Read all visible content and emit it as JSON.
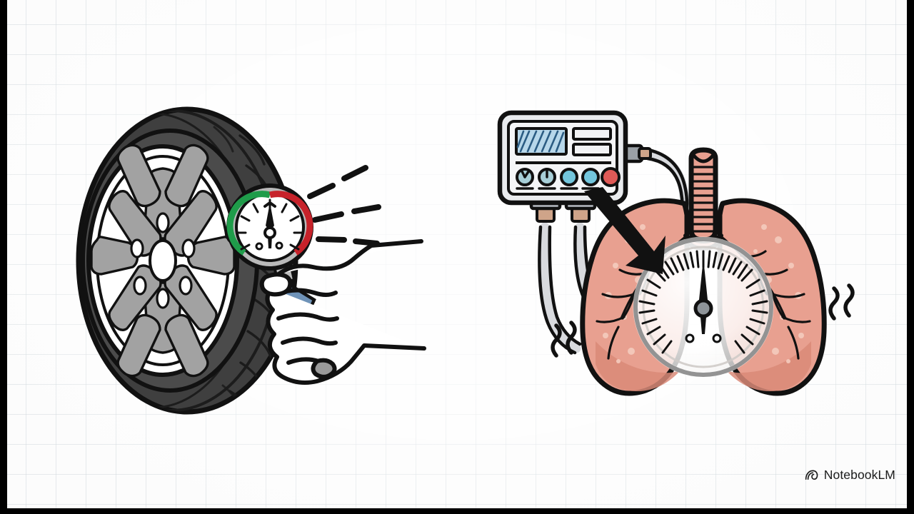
{
  "scene": {
    "title": "Tire pressure gauge compared to lung ventilator",
    "background_color": "#fcfcfc",
    "grid_color": "#cdd5da",
    "letterbox_color": "#000000",
    "style": "whiteboard illustration"
  },
  "watermark": {
    "label": "NotebookLM",
    "icon": "notebooklm-logo-icon",
    "color": "#1b1b1b"
  },
  "left_illustration": {
    "name": "car tire with pressure gauge held in hand",
    "tire": {
      "label": "car tire",
      "tread_color": "#3d3d3d",
      "sidewall_color": "#4a4a4a",
      "outline_color": "#111111"
    },
    "wheel": {
      "label": "alloy wheel rim",
      "rim_color": "#ffffff",
      "spoke_fill": "#a0a0a0",
      "spoke_count": 10,
      "hub_color": "#ffffff"
    },
    "gauge": {
      "label": "tire pressure gauge",
      "dial_face_color": "#ffffff",
      "bezel_color": "#b4b4b4",
      "green_zone_color": "#1f9c4a",
      "red_zone_color": "#c7222a",
      "needle_color": "#111111",
      "needle_direction": "pointing up",
      "tick_count": 12
    },
    "hand": {
      "label": "hand gripping gauge",
      "skin_color": "#ffffff",
      "outline_color": "#111111"
    },
    "gauge_handle": {
      "label": "gauge handle",
      "accent_color": "#6f93b8",
      "body_color": "#9a9a9a"
    },
    "action_lines": {
      "label": "impact action lines",
      "count": 3,
      "color": "#111111"
    }
  },
  "right_illustration": {
    "name": "lungs connected to ventilator machine with pressure gauge",
    "machine": {
      "label": "ventilator machine",
      "body_color": "#e7e9ec",
      "outline_color": "#111111",
      "screen": {
        "label": "machine display screen",
        "screen_color": "#b7d7ea",
        "hatch_color": "#2b5c83",
        "hatch_line_count": 7
      },
      "indicator_bars": {
        "label": "indicator readout bars",
        "count": 2,
        "fill_color": "#f2f3f5"
      },
      "knobs": {
        "label": "control knobs",
        "count": 2,
        "color": "#a8cfd8"
      },
      "buttons": [
        {
          "label": "button-1",
          "color": "#73c6dd"
        },
        {
          "label": "button-2",
          "color": "#73c6dd"
        },
        {
          "label": "button-3",
          "color": "#e05a57"
        }
      ],
      "port": {
        "label": "side connector port",
        "color": "#9aa0a6"
      }
    },
    "tubes": {
      "label": "ventilator tubing",
      "count": 3,
      "tube_color": "#d8dade",
      "collar_color": "#cfa489",
      "outline_color": "#111111"
    },
    "lungs": {
      "label": "human lungs",
      "fill_color": "#e8a090",
      "shadow_color": "#d98a78",
      "speckle_color": "#f2c4b5",
      "bronchi_color": "#111111",
      "outline_color": "#111111"
    },
    "trachea": {
      "label": "trachea windpipe",
      "fill_color": "#e8a090",
      "ring_count": 11,
      "outline_color": "#111111"
    },
    "gauge_overlay": {
      "label": "pressure gauge overlaid on lungs",
      "face_color": "#ffffff",
      "opacity": "semi-transparent",
      "needle_direction": "pointing up",
      "tick_count": 40,
      "screw_dot_count": 2
    },
    "arrow": {
      "label": "arrow from machine to lungs",
      "color": "#111111",
      "direction": "down-right"
    },
    "vapor_lines_left": {
      "label": "breath vapor squiggles left",
      "count": 2,
      "color": "#111111"
    },
    "vapor_lines_right": {
      "label": "breath vapor squiggles right",
      "count": 2,
      "color": "#111111"
    }
  }
}
